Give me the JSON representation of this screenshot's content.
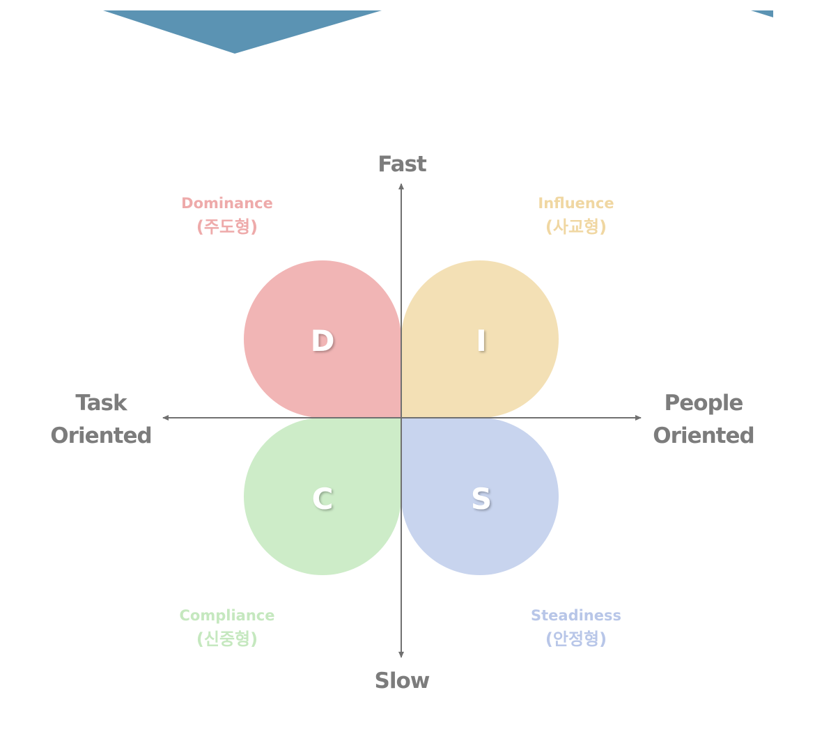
{
  "axes": {
    "top": "Fast",
    "bottom": "Slow",
    "left": [
      "Task",
      "Oriented"
    ],
    "right": [
      "People",
      "Oriented"
    ]
  },
  "quadrants": {
    "d": {
      "letter": "D",
      "name": "Dominance",
      "korean": "(주도형)",
      "color": "#f1b5b5",
      "label_color": "#eeaaaa"
    },
    "i": {
      "letter": "I",
      "name": "Influence",
      "korean": "(사교형)",
      "color": "#f3e0b5",
      "label_color": "#f0d7a2"
    },
    "c": {
      "letter": "C",
      "name": "Compliance",
      "korean": "(신중형)",
      "color": "#cdecc8",
      "label_color": "#c5e8bf"
    },
    "s": {
      "letter": "S",
      "name": "Steadiness",
      "korean": "(안정형)",
      "color": "#c8d4ee",
      "label_color": "#b8c6e8"
    }
  },
  "colors": {
    "banner": "#5b93b3",
    "axis": "#707070",
    "axis_text": "#7c7c7c"
  }
}
